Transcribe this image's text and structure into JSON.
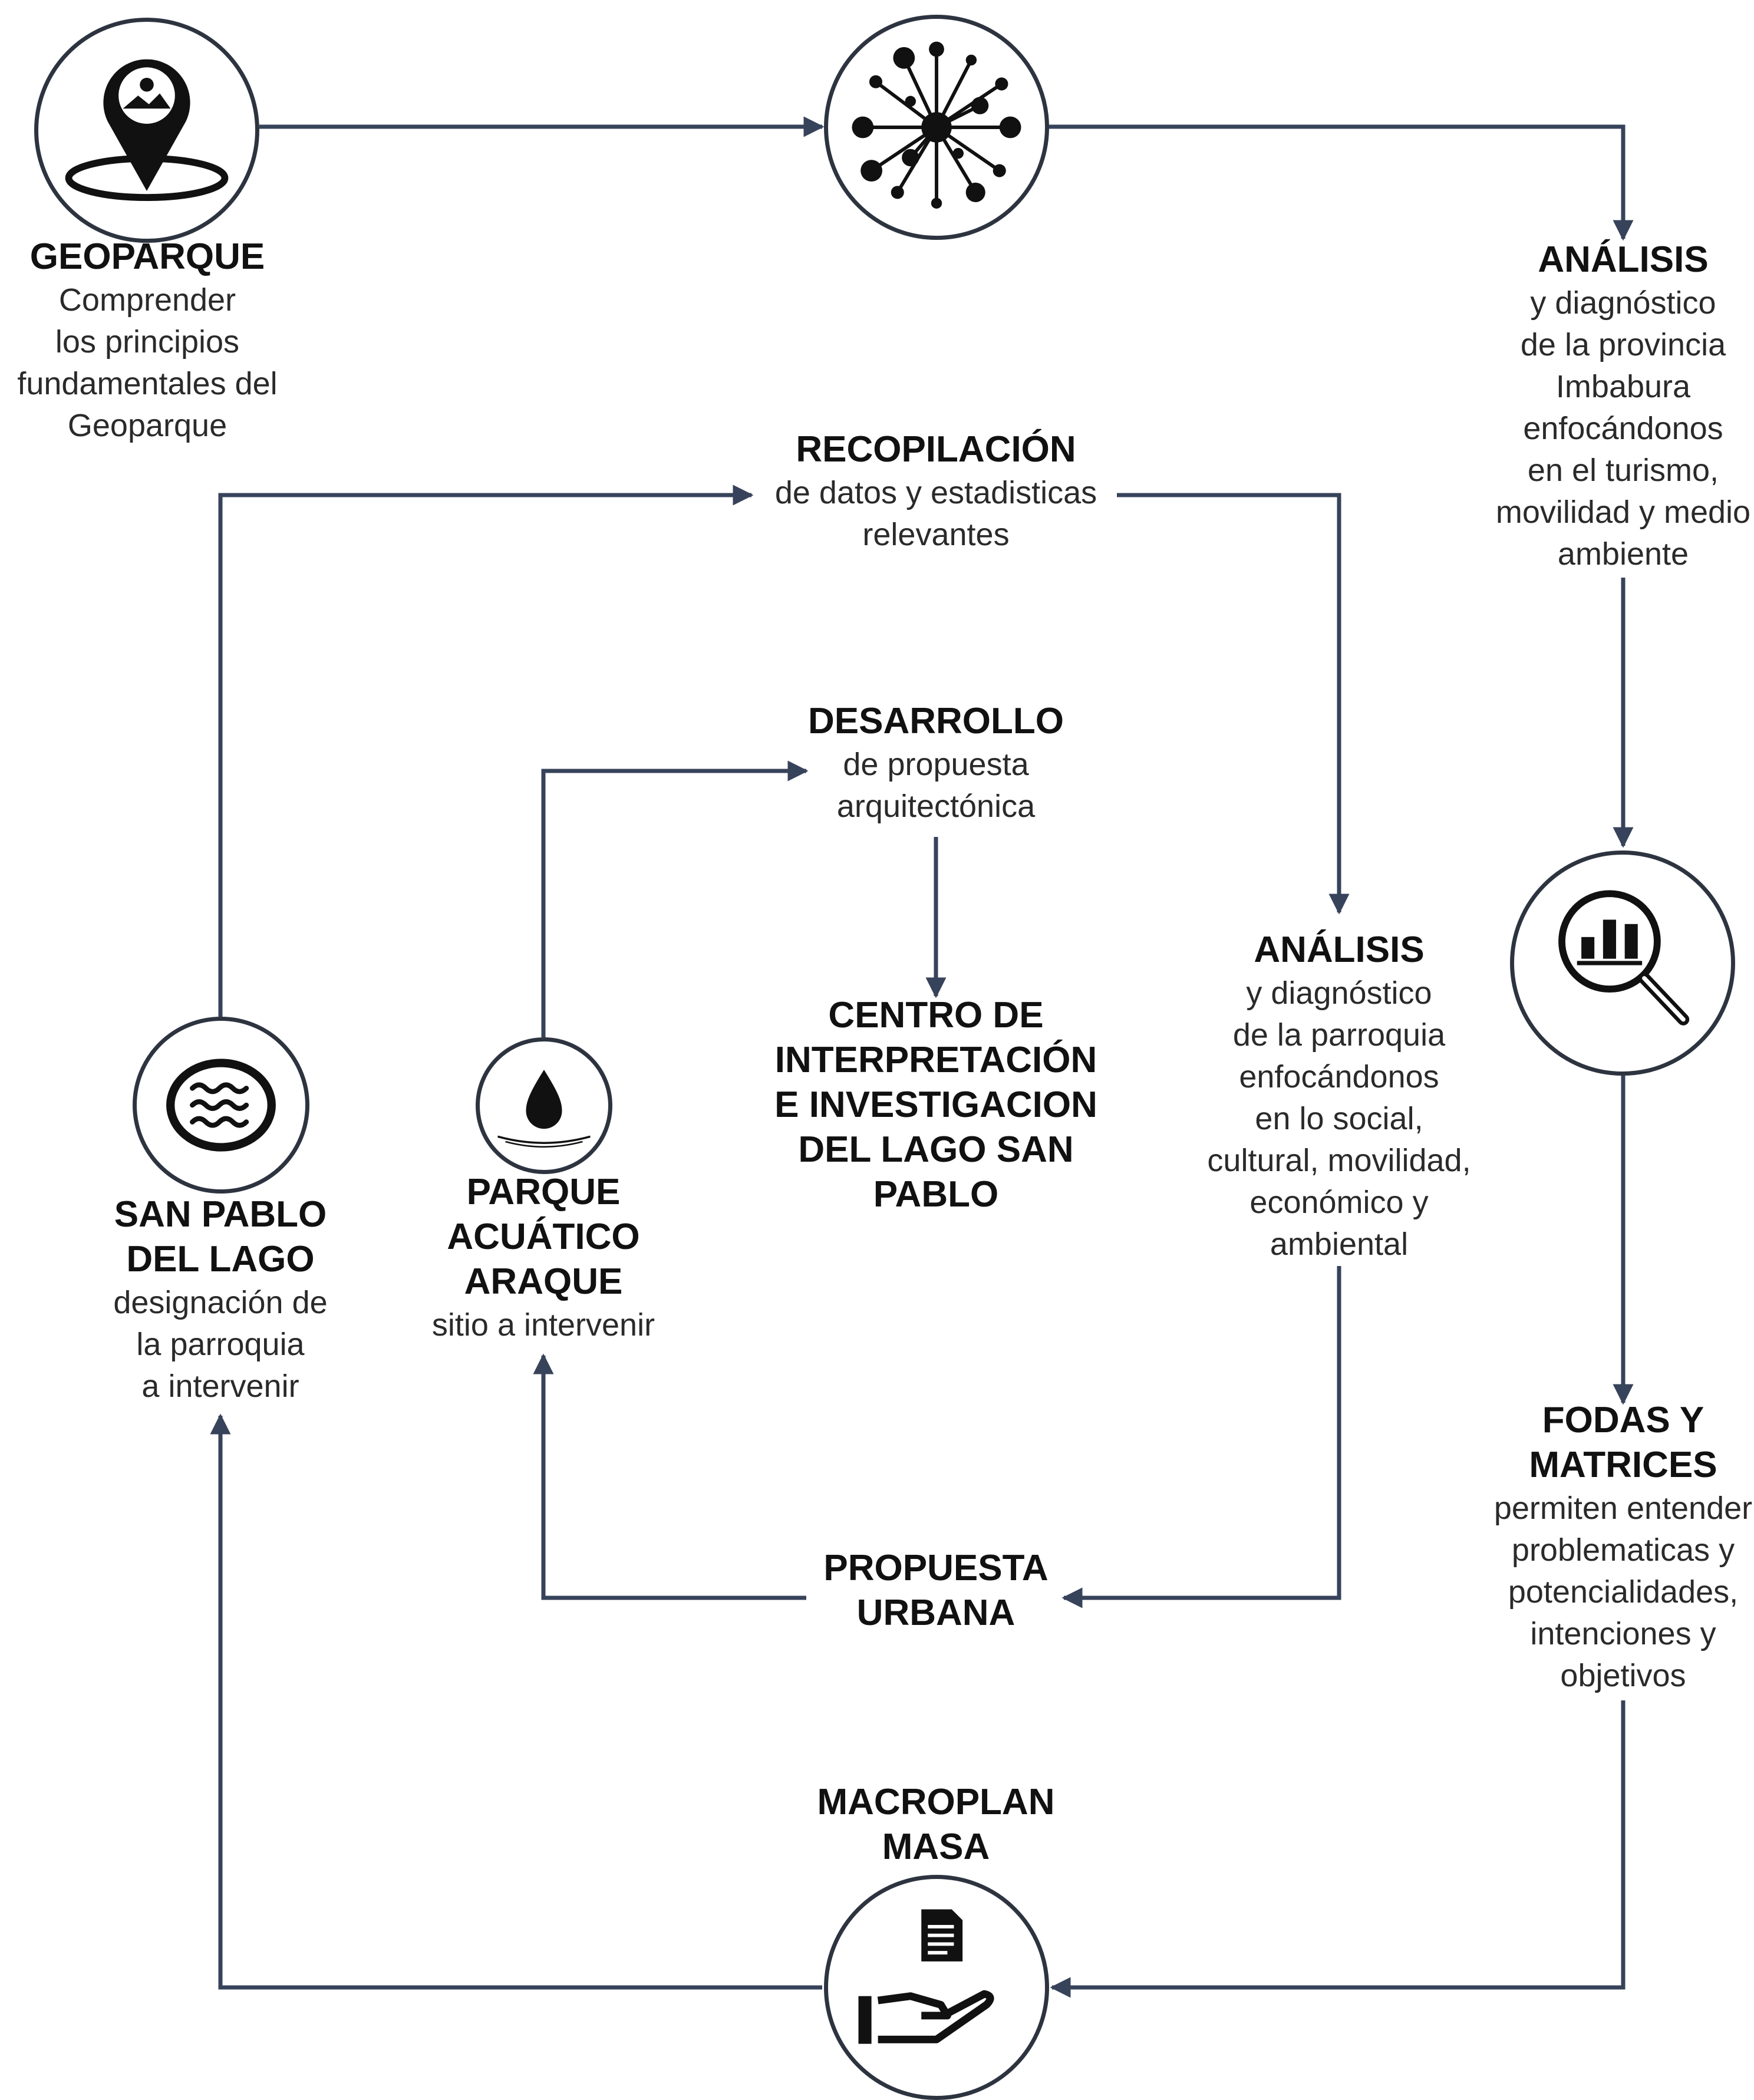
{
  "nodes": {
    "geoparque": {
      "title": "GEOPARQUE",
      "lines": [
        "Comprender",
        "los principios",
        "fundamentales del",
        "Geoparque"
      ],
      "icon": "map-pin-icon"
    },
    "network": {
      "icon": "network-icon"
    },
    "analisis_provincia": {
      "title": "ANÁLISIS",
      "lines": [
        "y diagnóstico",
        "de la provincia",
        "Imbabura",
        "enfocándonos",
        "en el turismo,",
        "movilidad y medio",
        "ambiente"
      ]
    },
    "magnifier": {
      "icon": "magnifier-chart-icon"
    },
    "fodas": {
      "title_lines": [
        "FODAS Y",
        "MATRICES"
      ],
      "lines": [
        "permiten entender",
        "problematicas y",
        "potencialidades,",
        "intenciones y",
        "objetivos"
      ]
    },
    "macroplan": {
      "title_lines": [
        "MACROPLAN",
        "MASA"
      ],
      "icon": "hand-document-icon"
    },
    "san_pablo": {
      "title_lines": [
        "SAN PABLO",
        "DEL LAGO"
      ],
      "lines": [
        "designación de",
        "la parroquia",
        "a intervenir"
      ],
      "icon": "lake-waves-icon"
    },
    "recopilacion": {
      "title": "RECOPILACIÓN",
      "lines": [
        "de datos y estadisticas",
        "relevantes"
      ]
    },
    "analisis_parroquia": {
      "title": "ANÁLISIS",
      "lines": [
        "y diagnóstico",
        "de la parroquia",
        "enfocándonos",
        "en lo social,",
        "cultural, movilidad,",
        "económico y",
        "ambiental"
      ]
    },
    "propuesta_urbana": {
      "title_lines": [
        "PROPUESTA",
        "URBANA"
      ]
    },
    "parque": {
      "title_lines": [
        "PARQUE",
        "ACUÁTICO",
        "ARAQUE"
      ],
      "lines": [
        "sitio a intervenir"
      ],
      "icon": "water-drop-icon"
    },
    "desarrollo": {
      "title": "DESARROLLO",
      "lines": [
        "de propuesta",
        "arquitectónica"
      ]
    },
    "centro": {
      "title_lines": [
        "CENTRO DE",
        "INTERPRETACIÓN",
        "E INVESTIGACION",
        "DEL LAGO SAN",
        "PABLO"
      ]
    }
  },
  "colors": {
    "line": "#37435a",
    "stroke": "#2d3440",
    "icon": "#111111"
  }
}
